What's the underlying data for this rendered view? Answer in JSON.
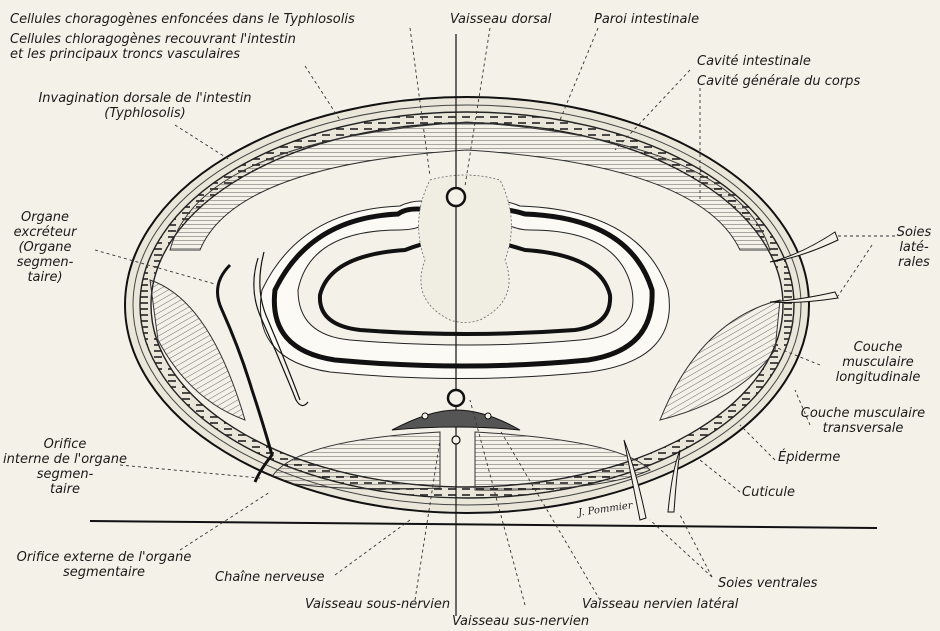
{
  "labels": {
    "chloragogen_typhlosolis": "Cellules choragogènes enfoncées dans le Typhlosolis",
    "chloragogen_covering": "Cellules chloragogènes recouvrant l'intestin\net les principaux troncs vasculaires",
    "dorsal_invagination": "Invagination dorsale de l'intestin\n(Typhlosolis)",
    "dorsal_vessel": "Vaisseau dorsal",
    "intestinal_wall": "Paroi intestinale",
    "intestinal_cavity": "Cavité intestinale",
    "body_cavity": "Cavité générale du corps",
    "excretory_organ": "Organe\nexcréteur\n(Organe\nsegmen-\ntaire)",
    "lateral_setae": "Soies\nlaté-\nrales",
    "longitudinal_muscle": "Couche\nmusculaire\nlongitudinale",
    "transverse_muscle": "Couche musculaire\ntransversale",
    "epidermis": "Épiderme",
    "cuticle": "Cuticule",
    "internal_orifice": "Orifice\ninterne de l'organe\nsegmen-\ntaire",
    "external_orifice": "Orifice externe de l'organe\nsegmentaire",
    "nerve_chain": "Chaîne nerveuse",
    "ventral_setae": "Soies ventrales",
    "subneural_vessel": "Vaisseau sous-nervien",
    "lateral_neural_vessel": "Vaisseau nervien latéral",
    "supraneural_vessel": "Vaisseau sus-nervien"
  },
  "signature": "J. Pommier",
  "colors": {
    "paper": "#f4f1e8",
    "ink": "#1a1a1a",
    "muscle_fill": "#d8d5cc"
  }
}
